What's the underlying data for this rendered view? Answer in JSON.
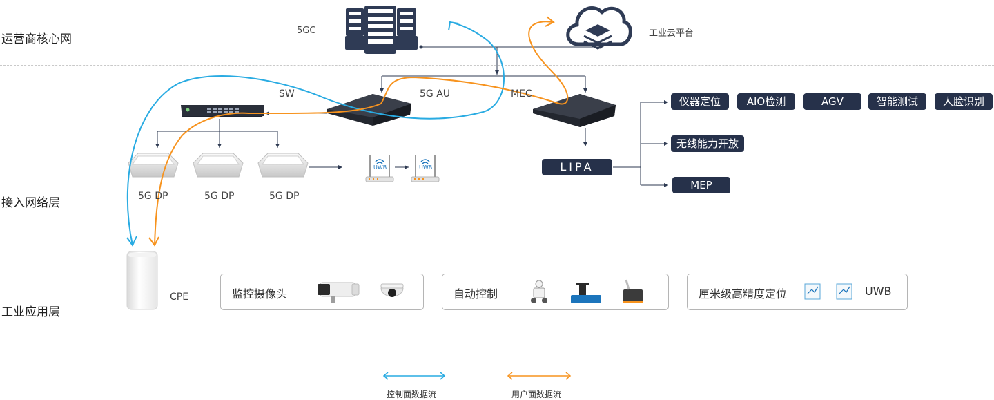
{
  "layers": {
    "core": "运营商核心网",
    "access": "接入网络层",
    "application": "工业应用层"
  },
  "nodes": {
    "core_5gc": "5GC",
    "cloud_platform": "工业云平台",
    "sw": "SW",
    "au": "5G AU",
    "mec": "MEC",
    "dp1": "5G DP",
    "dp2": "5G DP",
    "dp3": "5G DP",
    "uwb1": "UWB",
    "uwb2": "UWB",
    "cpe": "CPE",
    "lipa": "LIPA"
  },
  "capabilities": {
    "row1": [
      "仪器定位",
      "AIO检测",
      "AGV",
      "智能测试",
      "人脸识别"
    ],
    "wireless": "无线能力开放",
    "mep": "MEP"
  },
  "apps": {
    "camera": "监控摄像头",
    "auto_control": "自动控制",
    "positioning": "厘米级高精度定位",
    "positioning_uwb": "UWB"
  },
  "legend": {
    "control": "控制面数据流",
    "user": "用户面数据流"
  },
  "colors": {
    "control_flow": "#29abe2",
    "user_flow": "#f7931e",
    "tag_bg": "#26314a",
    "line": "#2e3a52"
  }
}
